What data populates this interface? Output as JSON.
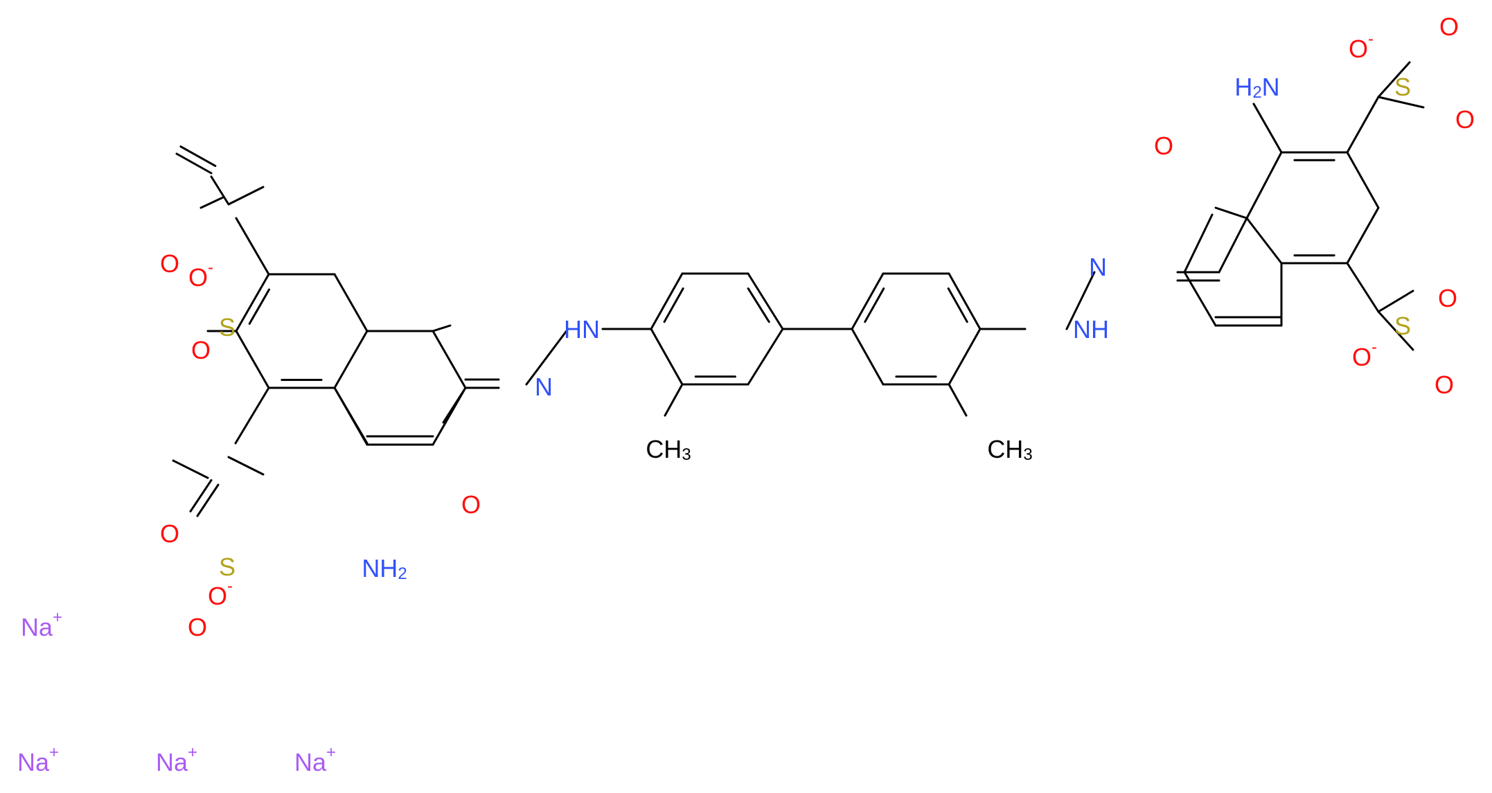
{
  "colors": {
    "bond": "#000000",
    "oxygen": "#ff0d0d",
    "nitrogen": "#3050f8",
    "sulfur": "#b2a31c",
    "sodium": "#ab5cf2",
    "carbon_label": "#000000"
  },
  "atoms": {
    "O_minus": "O",
    "O": "O",
    "S": "S",
    "N": "N",
    "HN": "HN",
    "NH": "NH",
    "NH2_main": "NH",
    "H2_prefix": "H",
    "N_amino": "N",
    "CH3_main": "CH",
    "sub_2": "2",
    "sub_3": "3",
    "minus": "-",
    "Na": "Na",
    "plus": "+"
  }
}
